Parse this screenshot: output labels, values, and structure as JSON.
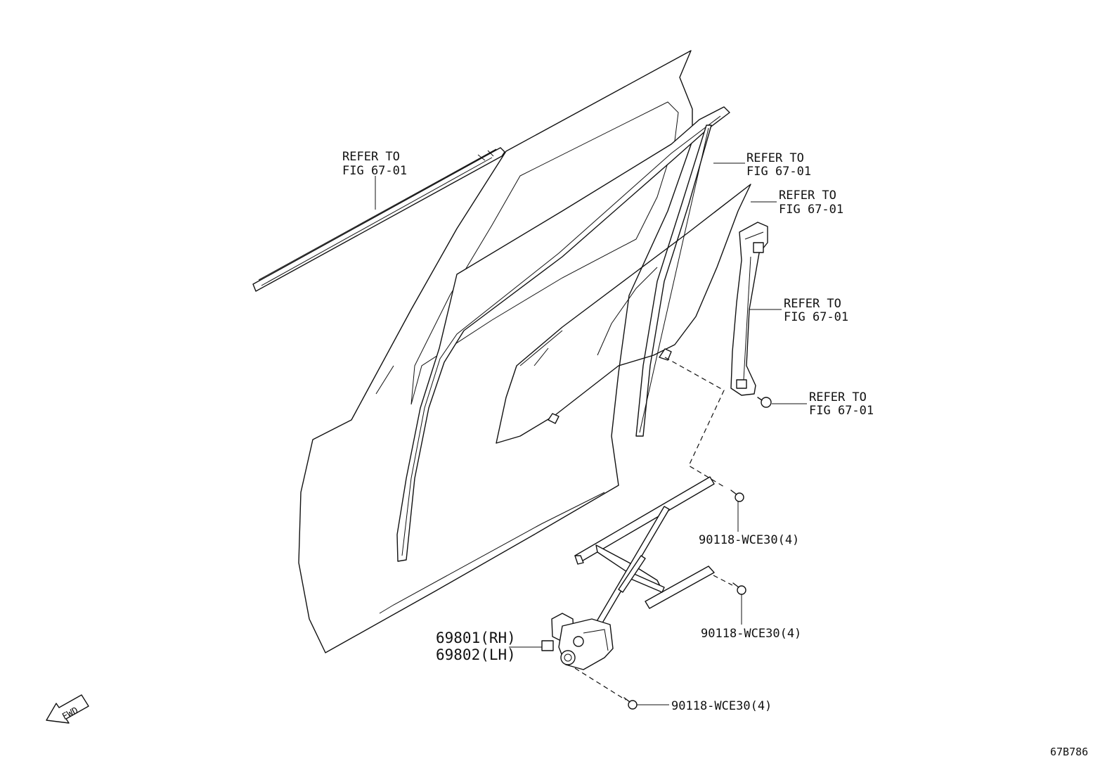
{
  "labels": {
    "refer_line1": "REFER TO",
    "refer_line2": "FIG 67-01",
    "regulator_rh": "69801(RH)",
    "regulator_lh": "69802(LH)",
    "bolt": "90118-WCE30(4)",
    "fwd": "FWD",
    "figure_code": "67B786"
  }
}
